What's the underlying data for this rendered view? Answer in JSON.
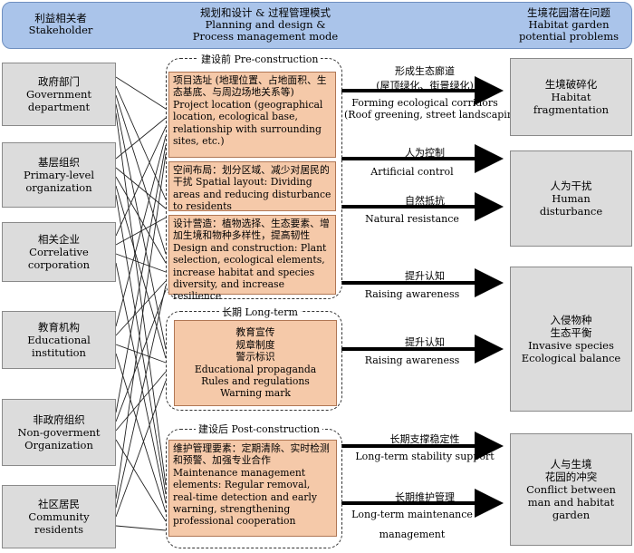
{
  "header": {
    "col1": {
      "zh": "利益相关者",
      "en": "Stakeholder"
    },
    "col2": {
      "zh": "规划和设计 & 过程管理模式",
      "en1": "Planning and design &",
      "en2": "Process management mode"
    },
    "col3": {
      "zh": "生境花园潜在问题",
      "en1": "Habitat garden",
      "en2": "potential problems"
    }
  },
  "stakeholders": [
    {
      "zh": "政府部门",
      "en1": "Government",
      "en2": "department"
    },
    {
      "zh": "基层组织",
      "en1": "Primary-level",
      "en2": "organization"
    },
    {
      "zh": "相关企业",
      "en1": "Correlative",
      "en2": "corporation"
    },
    {
      "zh": "教育机构",
      "en1": "Educational",
      "en2": "institution"
    },
    {
      "zh": "非政府组织",
      "en1": "Non-goverment",
      "en2": "Organization"
    },
    {
      "zh": "社区居民",
      "en1": "Community",
      "en2": "residents"
    }
  ],
  "phases": {
    "pre": "建设前 Pre-construction",
    "long": "长期 Long-term",
    "post": "建设后 Post-construction"
  },
  "boxes": {
    "location": "项目选址 (地理位置、占地面积、生态基底、与周边场地关系等) Project location (geographical location, ecological base, relationship with surrounding sites, etc.)",
    "spatial": "空间布局：划分区域、减少对居民的干扰 Spatial layout: Dividing areas and reducing disturbance to residents",
    "design": "设计营造：植物选择、生态要素、增加生境和物种多样性，提高韧性 Design and construction: Plant selection, ecological elements, increase habitat and species diversity, and increase resilience",
    "edu": [
      "教育宣传",
      "规章制度",
      "警示标识",
      "Educational propaganda",
      "Rules and regulations",
      "Warning mark"
    ],
    "maint": "维护管理要素：定期清除、实时检测和预警、加强专业合作 Maintenance management elements:  Regular removal, real-time detection and early warning, strengthening professional cooperation"
  },
  "arrows": [
    {
      "zh": "形成生态廊道",
      "zh2": "(屋顶绿化、街景绿化)",
      "en": "Forming ecological corridors",
      "en2": "(Roof greening, street landscaping)"
    },
    {
      "zh": "人为控制",
      "en": "Artificial control"
    },
    {
      "zh": "自然抵抗",
      "en": "Natural resistance"
    },
    {
      "zh": "提升认知",
      "en": "Raising awareness"
    },
    {
      "zh": "提升认知",
      "en": "Raising awareness"
    },
    {
      "zh": "长期支撑稳定性",
      "en": "Long-term stability support"
    },
    {
      "zh": "长期维护管理",
      "en": "Long-term maintenance",
      "en2": "management"
    }
  ],
  "problems": [
    {
      "lines": [
        "生境破碎化",
        "Habitat",
        "fragmentation"
      ]
    },
    {
      "lines": [
        "人为干扰",
        "Human",
        "disturbance"
      ]
    },
    {
      "lines": [
        "入侵物种",
        "生态平衡",
        "Invasive species",
        "Ecological balance"
      ]
    },
    {
      "lines": [
        "人与生境",
        "花园的冲突",
        "Conflict between",
        "man and habitat",
        "garden"
      ]
    }
  ]
}
